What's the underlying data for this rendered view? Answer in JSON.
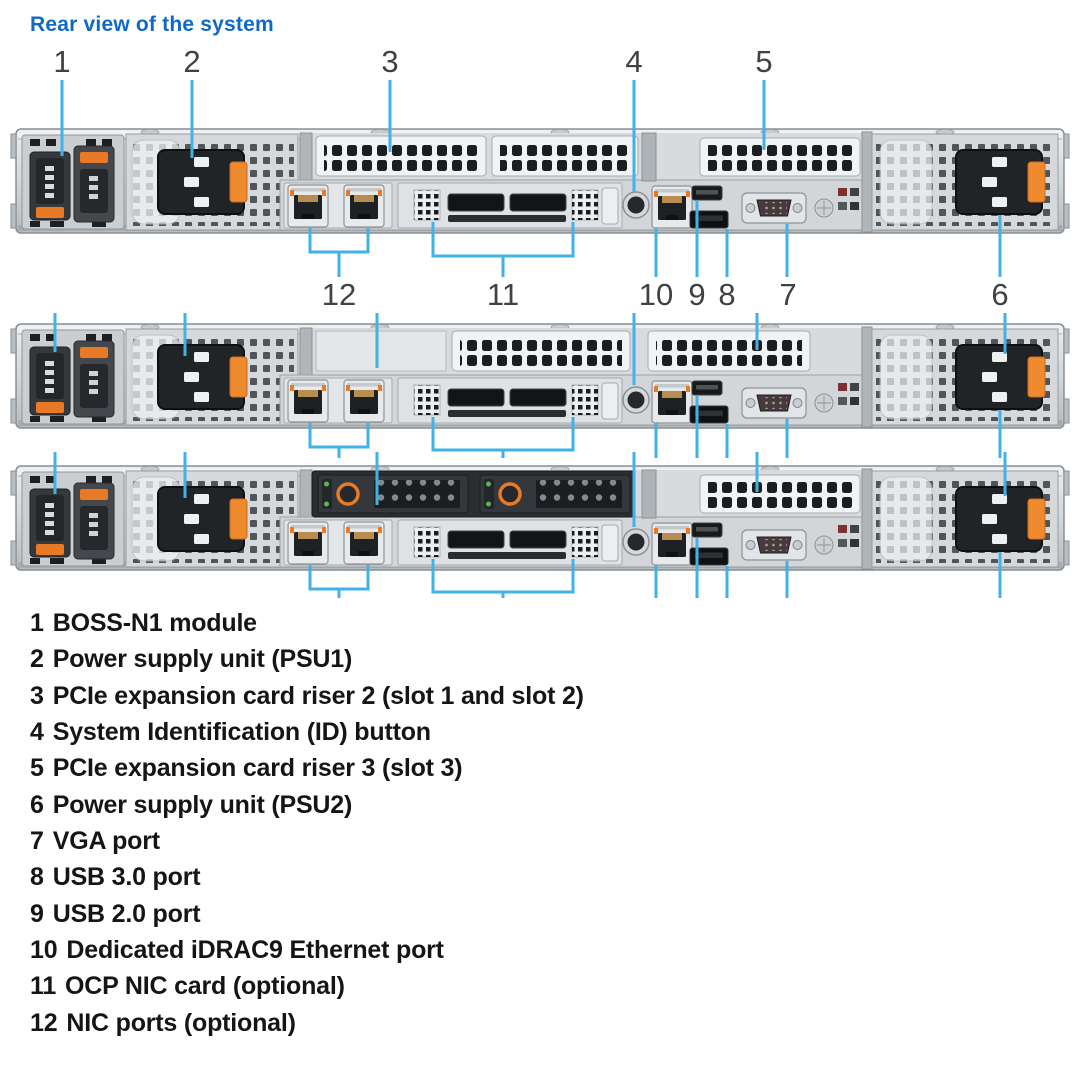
{
  "title": "Rear view of the system",
  "callouts": {
    "top": [
      "1",
      "2",
      "3",
      "4",
      "5"
    ],
    "middle": [
      "12",
      "11",
      "10",
      "9",
      "8",
      "7",
      "6"
    ]
  },
  "legend": [
    {
      "num": "1",
      "label": "BOSS-N1 module"
    },
    {
      "num": "2",
      "label": "Power supply unit (PSU1)"
    },
    {
      "num": "3",
      "label": "PCIe expansion card riser 2 (slot 1 and slot 2)"
    },
    {
      "num": "4",
      "label": "System Identification (ID) button"
    },
    {
      "num": "5",
      "label": "PCIe expansion card riser 3 (slot 3)"
    },
    {
      "num": "6",
      "label": "Power supply unit (PSU2)"
    },
    {
      "num": "7",
      "label": "VGA port"
    },
    {
      "num": "8",
      "label": "USB 3.0 port"
    },
    {
      "num": "9",
      "label": "USB 2.0 port"
    },
    {
      "num": "10",
      "label": "Dedicated iDRAC9 Ethernet port"
    },
    {
      "num": "11",
      "label": "OCP NIC card (optional)"
    },
    {
      "num": "12",
      "label": "NIC ports (optional)"
    }
  ],
  "colors": {
    "title": "#0f6ac6",
    "callout_line": "#41b2e5",
    "callout_text": "#3f4143",
    "accent_orange": "#e87a26"
  }
}
